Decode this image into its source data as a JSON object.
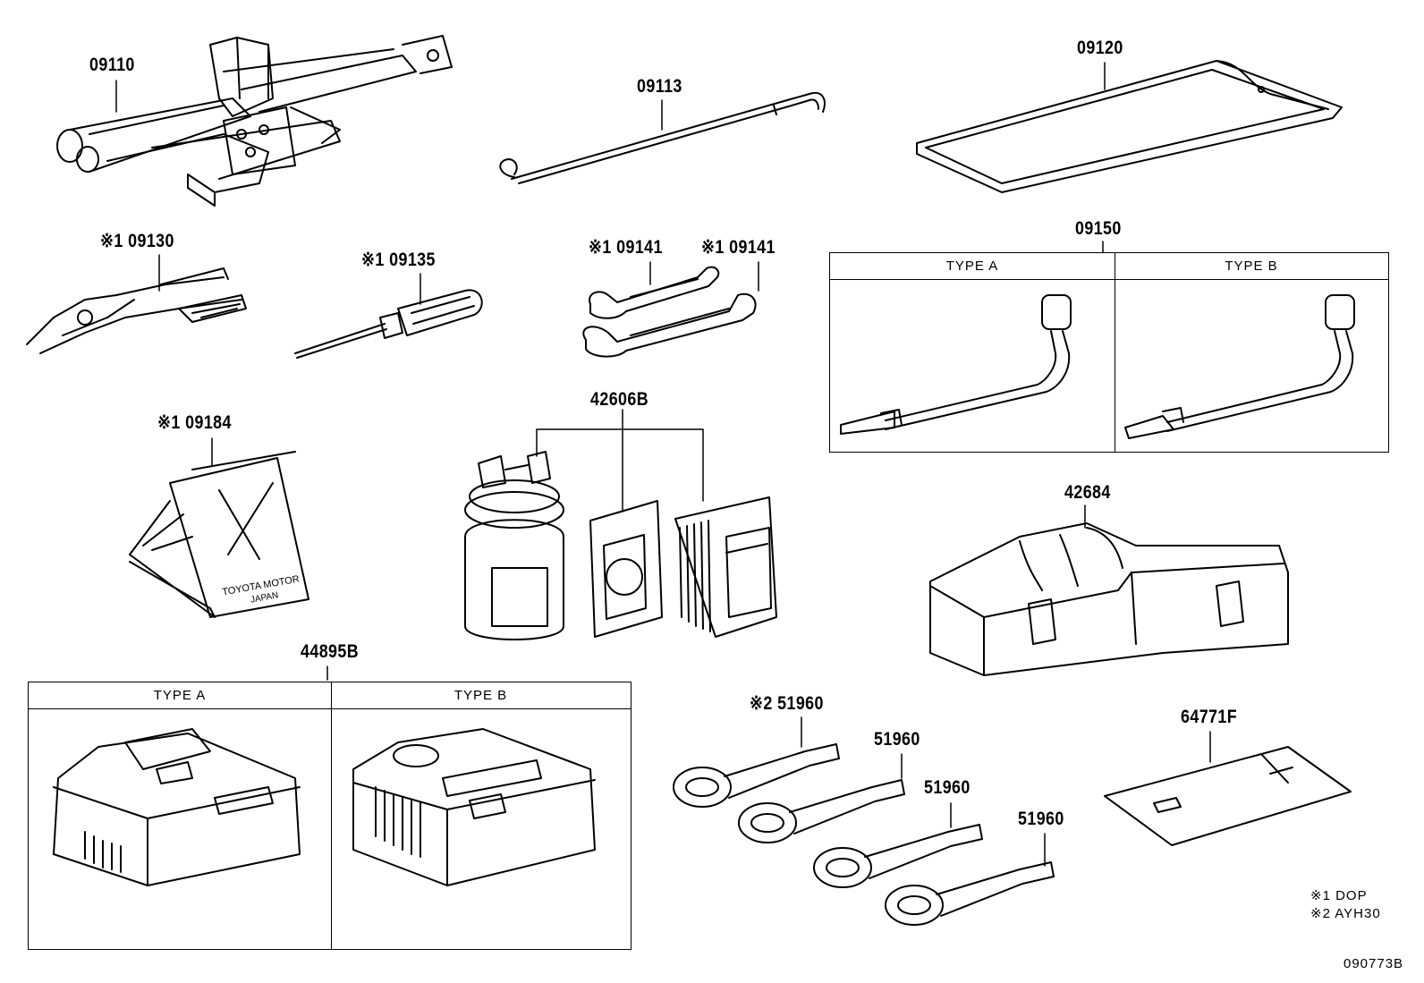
{
  "parts": {
    "p09110": "09110",
    "p09113": "09113",
    "p09120": "09120",
    "p09130": "※1 09130",
    "p09135": "※1 09135",
    "p09141a": "※1 09141",
    "p09141b": "※1 09141",
    "p09150": "09150",
    "p09184": "※1 09184",
    "p42606B": "42606B",
    "p42684": "42684",
    "p44895B": "44895B",
    "p51960a": "※2 51960",
    "p51960b": "51960",
    "p51960c": "51960",
    "p51960d": "51960",
    "p64771F": "64771F"
  },
  "type_labels": {
    "a": "TYPE A",
    "b": "TYPE B"
  },
  "chock_text": {
    "line1": "TOYOTA MOTOR",
    "line2": "JAPAN"
  },
  "legend": {
    "item1": "※1  DOP",
    "item2": "※2  AYH30"
  },
  "diagram_code": "090773B",
  "icons": [
    "scissor-jack",
    "jack-handle",
    "tool-bag",
    "pliers",
    "screwdriver",
    "wrench",
    "lug-wrench",
    "wheel-chock",
    "repair-kit",
    "tool-box",
    "compressor",
    "towing-eye",
    "tool-pouch"
  ]
}
